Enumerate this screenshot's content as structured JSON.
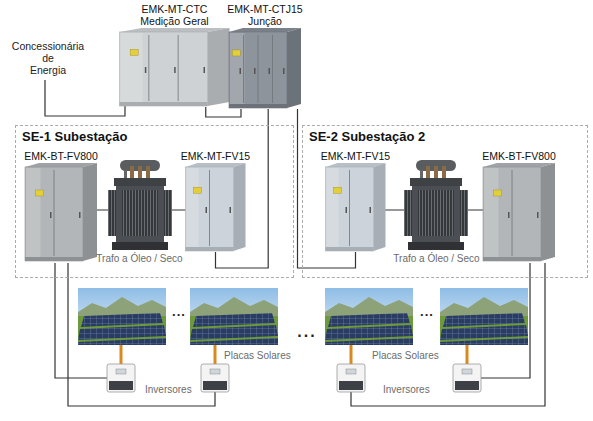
{
  "diagram": {
    "nodes": [
      {
        "text": [
          "EMK-MT-CTC",
          "Medição Geral"
        ]
      },
      {
        "text": [
          "EMK-MT-CTJ15",
          "Junção"
        ]
      },
      {
        "text": [
          "SE-1 Subestação"
        ]
      },
      {
        "text": [
          "EMK-BT-FV800"
        ],
        "in": 2
      },
      {
        "text": [
          "EMK-MT-FV15"
        ],
        "in": 2
      },
      {
        "text": [
          "SE-2 Subestação 2"
        ]
      },
      {
        "text": [
          "EMK-MT-FV15"
        ],
        "in": 5
      },
      {
        "text": [
          "EMK-BT-FV800"
        ],
        "in": 5
      }
    ],
    "edges": [
      {
        "from": 0,
        "to": 1,
        "arrow": "none"
      },
      {
        "from": 1,
        "to": 4,
        "arrow": "none"
      },
      {
        "from": 1,
        "to": 6,
        "arrow": "none"
      }
    ],
    "labels": [
      "Concessionária de Energia",
      "Trafo a Óleo / Seco",
      "Trafo a Óleo / Seco",
      "...",
      "...",
      "...",
      "Placas Solares",
      "Placas Solares",
      "Inversores",
      "Inversores"
    ]
  }
}
